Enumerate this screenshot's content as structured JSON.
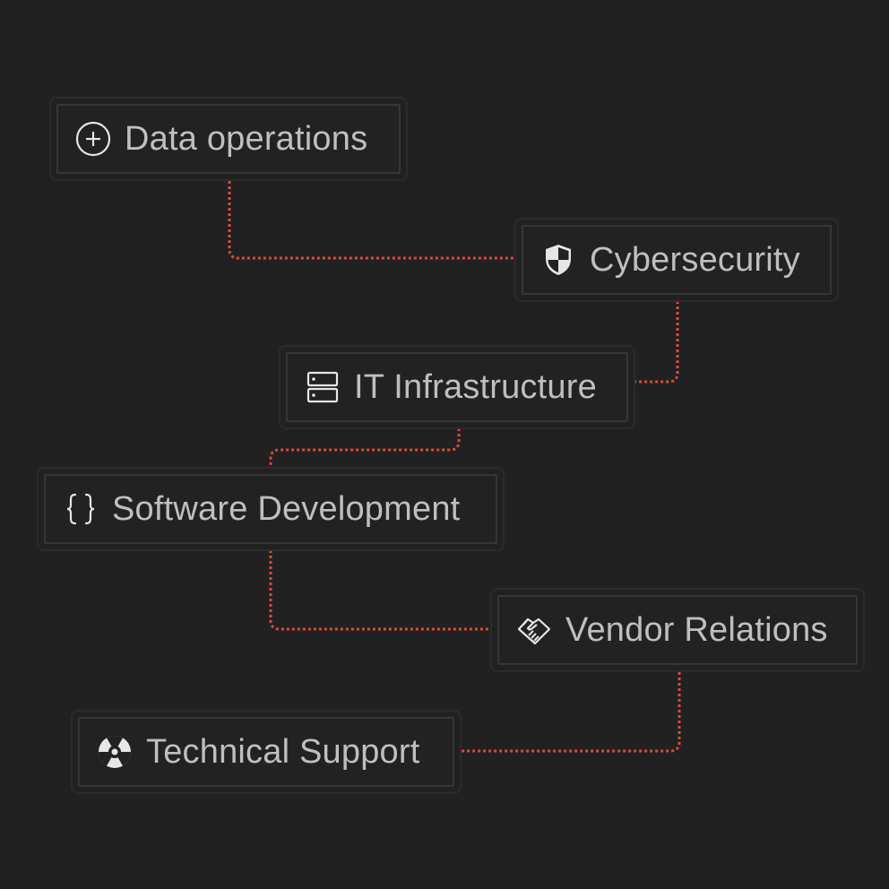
{
  "diagram": {
    "theme": {
      "background": "#212121",
      "connector_color": "#e0483e",
      "label_color": "#bfbfbf",
      "icon_color": "#e6e6e6"
    },
    "nodes": [
      {
        "id": "data-operations",
        "label": "Data operations",
        "icon": "circle-plus-icon"
      },
      {
        "id": "cybersecurity",
        "label": "Cybersecurity",
        "icon": "shield-icon"
      },
      {
        "id": "it-infrastructure",
        "label": "IT Infrastructure",
        "icon": "server-icon"
      },
      {
        "id": "software-development",
        "label": "Software Development",
        "icon": "code-braces-icon"
      },
      {
        "id": "vendor-relations",
        "label": "Vendor Relations",
        "icon": "handshake-icon"
      },
      {
        "id": "technical-support",
        "label": "Technical Support",
        "icon": "lifebuoy-icon"
      }
    ],
    "edges": [
      {
        "from": "data-operations",
        "to": "cybersecurity",
        "style": "dotted"
      },
      {
        "from": "cybersecurity",
        "to": "it-infrastructure",
        "style": "dotted"
      },
      {
        "from": "it-infrastructure",
        "to": "software-development",
        "style": "dotted"
      },
      {
        "from": "software-development",
        "to": "vendor-relations",
        "style": "dotted"
      },
      {
        "from": "vendor-relations",
        "to": "technical-support",
        "style": "dotted"
      }
    ]
  }
}
